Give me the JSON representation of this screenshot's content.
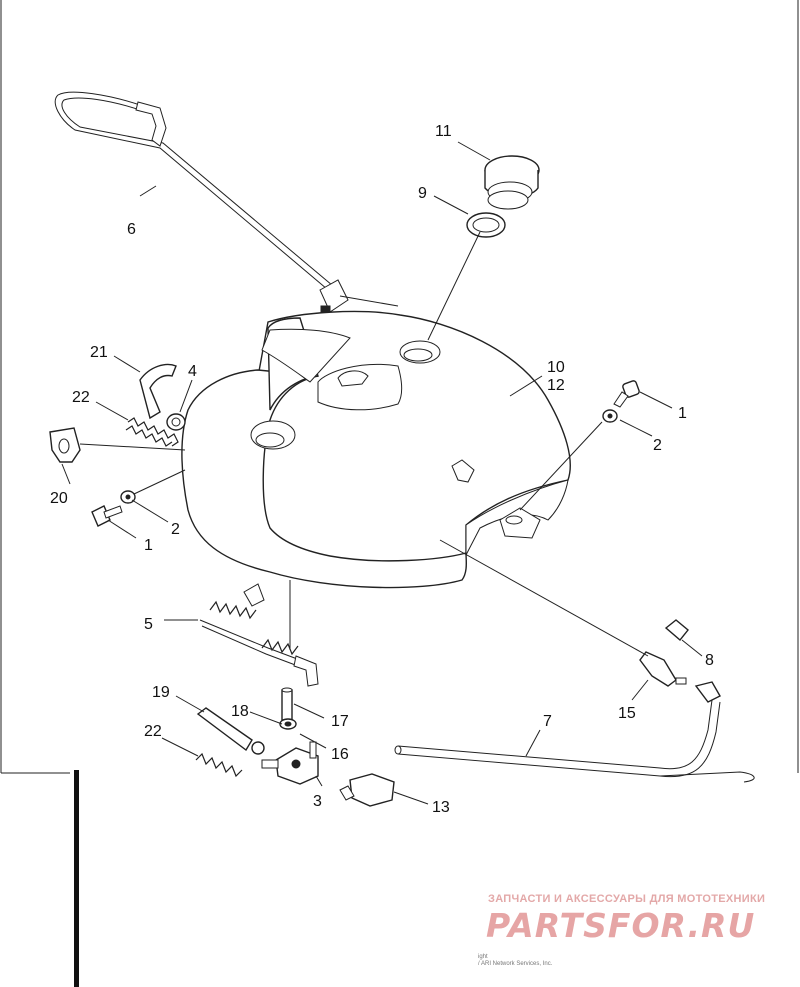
{
  "diagram": {
    "callouts": {
      "c1a": "1",
      "c1b": "1",
      "c2a": "2",
      "c2b": "2",
      "c3": "3",
      "c4": "4",
      "c5": "5",
      "c6": "6",
      "c7": "7",
      "c8": "8",
      "c9": "9",
      "c10": "10",
      "c12": "12",
      "c11": "11",
      "c13": "13",
      "c15": "15",
      "c16": "16",
      "c17": "17",
      "c18": "18",
      "c19": "19",
      "c20": "20",
      "c21": "21",
      "c22a": "22",
      "c22b": "22"
    }
  },
  "watermark": {
    "tagline": "ЗАПЧАСТИ И АКСЕССУАРЫ ДЛЯ МОТОТЕХНИКИ",
    "logo": "PARTSFOR.RU"
  },
  "footer": {
    "copyright_line1": "ight",
    "copyright_line2": "/ ARI Network Services, Inc."
  }
}
